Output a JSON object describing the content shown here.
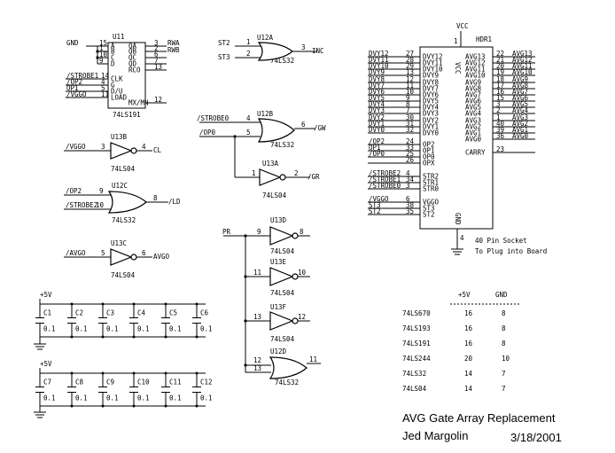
{
  "u11": {
    "name": "U11",
    "part": "74LS191",
    "left_nets": [
      [
        "GND",
        "15"
      ],
      [
        "",
        "1"
      ],
      [
        "",
        "10"
      ],
      [
        "",
        "9"
      ],
      [
        "/STROBE1",
        "14"
      ],
      [
        "/OP2",
        "4"
      ],
      [
        "OP1",
        "5"
      ],
      [
        "/VGGO",
        "11"
      ]
    ],
    "left_pins": [
      "A",
      "B",
      "C",
      "D",
      "CLK",
      "G",
      "D/U",
      "LOAD"
    ],
    "right_pins": [
      "QA",
      "QB",
      "QC",
      "QD",
      "RCO",
      "MX/MN"
    ],
    "right_nums": [
      "3",
      "2",
      "6",
      "7",
      "13",
      "12"
    ],
    "right_nets": [
      "RWA",
      "RWB"
    ]
  },
  "u12a": {
    "name": "U12A",
    "part": "74LS32",
    "in1": "ST2",
    "in2": "ST3",
    "p1": "1",
    "p2": "2",
    "p3": "3",
    "out": "INC"
  },
  "u12b": {
    "name": "U12B",
    "part": "74LS32",
    "in1": "/STROBE0",
    "in2": "/OP0",
    "p1": "4",
    "p2": "5",
    "p3": "6",
    "out": "/GW"
  },
  "u13a": {
    "name": "U13A",
    "part": "74LS04",
    "p1": "1",
    "p2": "2",
    "out": "/GR"
  },
  "u13b": {
    "name": "U13B",
    "part": "74LS04",
    "in": "/VGGO",
    "p1": "3",
    "p2": "4",
    "out": "CL"
  },
  "u12c": {
    "name": "U12C",
    "part": "74LS32",
    "in1": "/OP2",
    "in2": "/STROBE2",
    "p1": "9",
    "p2": "10",
    "p3": "8",
    "out": "/LD"
  },
  "u13c": {
    "name": "U13C",
    "part": "74LS04",
    "in": "/AVGO",
    "p1": "5",
    "p2": "6",
    "out": "AVGO"
  },
  "u13d": {
    "name": "U13D",
    "part": "74LS04",
    "p1": "9",
    "p2": "8"
  },
  "u13e": {
    "name": "U13E",
    "part": "74LS04",
    "p1": "11",
    "p2": "10"
  },
  "u13f": {
    "name": "U13F",
    "part": "74LS04",
    "p1": "13",
    "p2": "12"
  },
  "u12d": {
    "name": "U12D",
    "part": "74LS32",
    "p1": "12",
    "p2": "13",
    "p3": "11"
  },
  "pr": "PR",
  "hdr": {
    "name": "HDR1",
    "vcc": "VCC",
    "vcc_pin": "1",
    "gnd_pin": "4",
    "vcc_label": "VCC",
    "gnd_label": "GND",
    "left": [
      [
        "DVY12",
        "27",
        "DVY12"
      ],
      [
        "DVY11",
        "28",
        "DVY11"
      ],
      [
        "DVY10",
        "29",
        "DVY10"
      ],
      [
        "DVY9",
        "13",
        "DVY9"
      ],
      [
        "DVY8",
        "12",
        "DVY8"
      ],
      [
        "DVY7",
        "11",
        "DVY7"
      ],
      [
        "DVY6",
        "10",
        "DVY6"
      ],
      [
        "DVY5",
        "9",
        "DVY5"
      ],
      [
        "DVY4",
        "8",
        "DVY4"
      ],
      [
        "DVY3",
        "7",
        "DVY3"
      ],
      [
        "DVY2",
        "30",
        "DVY2"
      ],
      [
        "DVY1",
        "31",
        "DVY1"
      ],
      [
        "DVY0",
        "32",
        "DVY0"
      ],
      [
        "/OP2",
        "24",
        "OP2"
      ],
      [
        "OP1",
        "33",
        "OP1"
      ],
      [
        "/OP0",
        "25",
        "OP0"
      ],
      [
        "",
        "26",
        "OPX"
      ],
      [
        "/STROBE2",
        "4",
        "STR2"
      ],
      [
        "/STROBE1",
        "34",
        "STR1"
      ],
      [
        "/STROBE0",
        "3",
        "STR0"
      ],
      [
        "/VGGO",
        "6",
        "VGGO"
      ],
      [
        "ST3",
        "38",
        "ST3"
      ],
      [
        "ST2",
        "35",
        "ST2"
      ]
    ],
    "right": [
      [
        "AVG13",
        "22",
        "AVG13"
      ],
      [
        "AVG12",
        "21",
        "AVG12"
      ],
      [
        "AVG11",
        "20",
        "AVG11"
      ],
      [
        "AVG10",
        "19",
        "AVG10"
      ],
      [
        "AVG9",
        "18",
        "AVG9"
      ],
      [
        "AVG8",
        "17",
        "AVG8"
      ],
      [
        "AVG7",
        "16",
        "AVG7"
      ],
      [
        "AVG6",
        "15",
        "AVG6"
      ],
      [
        "AVG5",
        "3",
        "AVG5"
      ],
      [
        "AVG4",
        "2",
        "AVG4"
      ],
      [
        "AVG3",
        "1",
        "AVG3"
      ],
      [
        "AVG2",
        "40",
        "AVG2"
      ],
      [
        "AVG1",
        "39",
        "AVG1"
      ],
      [
        "AVG0",
        "36",
        "AVG0"
      ],
      [
        "",
        "23",
        "CARRY"
      ]
    ],
    "note1": "40 Pin Socket",
    "note2": "To Plug into Board"
  },
  "caps": {
    "supply": "+5V",
    "row1": [
      [
        "C1",
        "0.1"
      ],
      [
        "C2",
        "0.1"
      ],
      [
        "C3",
        "0.1"
      ],
      [
        "C4",
        "0.1"
      ],
      [
        "C5",
        "0.1"
      ],
      [
        "C6",
        "0.1"
      ]
    ],
    "row2": [
      [
        "C7",
        "0.1"
      ],
      [
        "C8",
        "0.1"
      ],
      [
        "C9",
        "0.1"
      ],
      [
        "C10",
        "0.1"
      ],
      [
        "C11",
        "0.1"
      ],
      [
        "C12",
        "0.1"
      ]
    ]
  },
  "power_table": {
    "headers": [
      "+5V",
      "GND"
    ],
    "rows": [
      [
        "74LS670",
        "16",
        "8"
      ],
      [
        "74LS193",
        "16",
        "8"
      ],
      [
        "74LS191",
        "16",
        "8"
      ],
      [
        "74LS244",
        "20",
        "10"
      ],
      [
        "74LS32",
        "14",
        "7"
      ],
      [
        "74LS04",
        "14",
        "7"
      ]
    ]
  },
  "title": {
    "line1": "AVG Gate Array Replacement",
    "author": "Jed Margolin",
    "date": "3/18/2001"
  }
}
